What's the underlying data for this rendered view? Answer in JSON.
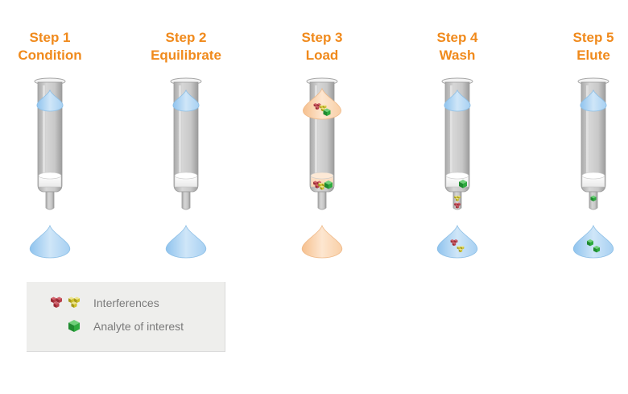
{
  "steps": [
    {
      "line1": "Step 1",
      "line2": "Condition",
      "top_drop": "solvent",
      "bed": "clean",
      "outlet": [],
      "collected": {
        "fluid": "solvent",
        "particles": []
      }
    },
    {
      "line1": "Step 2",
      "line2": "Equilibrate",
      "top_drop": "solvent",
      "bed": "clean",
      "outlet": [],
      "collected": {
        "fluid": "solvent",
        "particles": []
      }
    },
    {
      "line1": "Step 3",
      "line2": "Load",
      "top_drop": "sample",
      "bed": "loaded",
      "outlet": [],
      "collected": {
        "fluid": "sample",
        "particles": []
      }
    },
    {
      "line1": "Step 4",
      "line2": "Wash",
      "top_drop": "solvent",
      "bed": "analyte-retained",
      "outlet": [
        "interference-yellow",
        "interference-red"
      ],
      "collected": {
        "fluid": "solvent",
        "particles": [
          "interference-red",
          "interference-yellow"
        ]
      }
    },
    {
      "line1": "Step 5",
      "line2": "Elute",
      "top_drop": "solvent",
      "bed": "clean",
      "outlet": [
        "analyte"
      ],
      "collected": {
        "fluid": "solvent",
        "particles": [
          "analyte",
          "analyte"
        ]
      }
    }
  ],
  "legend": {
    "interferences": "Interferences",
    "analyte": "Analyte of interest"
  },
  "colors": {
    "title_orange": "#f08a1c",
    "solvent_blue": "#b9dcf5",
    "sample_peach": "#fbd7b4",
    "analyte_green": "#2ea63f",
    "interference_red": "#b0343f",
    "interference_yellow": "#d4c62a",
    "column_gray": "#c9c9c9"
  }
}
